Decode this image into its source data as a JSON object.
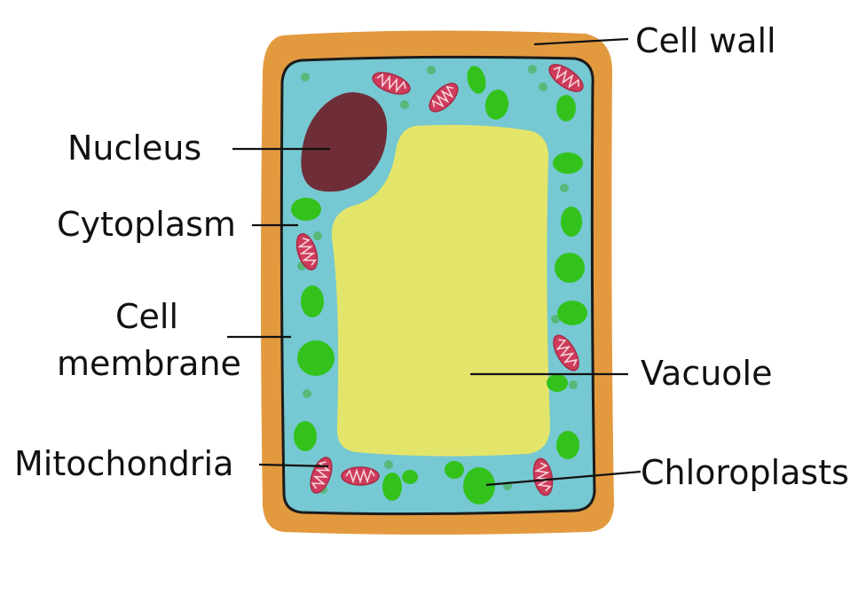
{
  "labels": {
    "cell_wall": "Cell wall",
    "nucleus": "Nucleus",
    "cytoplasm": "Cytoplasm",
    "cell_membrane_line1": "Cell",
    "cell_membrane_line2": "membrane",
    "vacuole": "Vacuole",
    "mitochondria": "Mitochondria",
    "chloroplasts": "Chloroplasts"
  },
  "colors": {
    "cell_wall": "#e39a3f",
    "cytoplasm": "#76c8d2",
    "membrane_outline": "#1b1b1b",
    "nucleus": "#6e2d37",
    "vacuole": "#e3e56a",
    "chloroplast": "#33c21c",
    "mitochondrion": "#cf3c5b",
    "mitochondrion_cristae": "#f5d6de",
    "granule": "#57b87a"
  },
  "components": [
    "cell-wall",
    "cell-membrane",
    "cytoplasm",
    "nucleus",
    "vacuole",
    "chloroplast",
    "mitochondrion"
  ]
}
